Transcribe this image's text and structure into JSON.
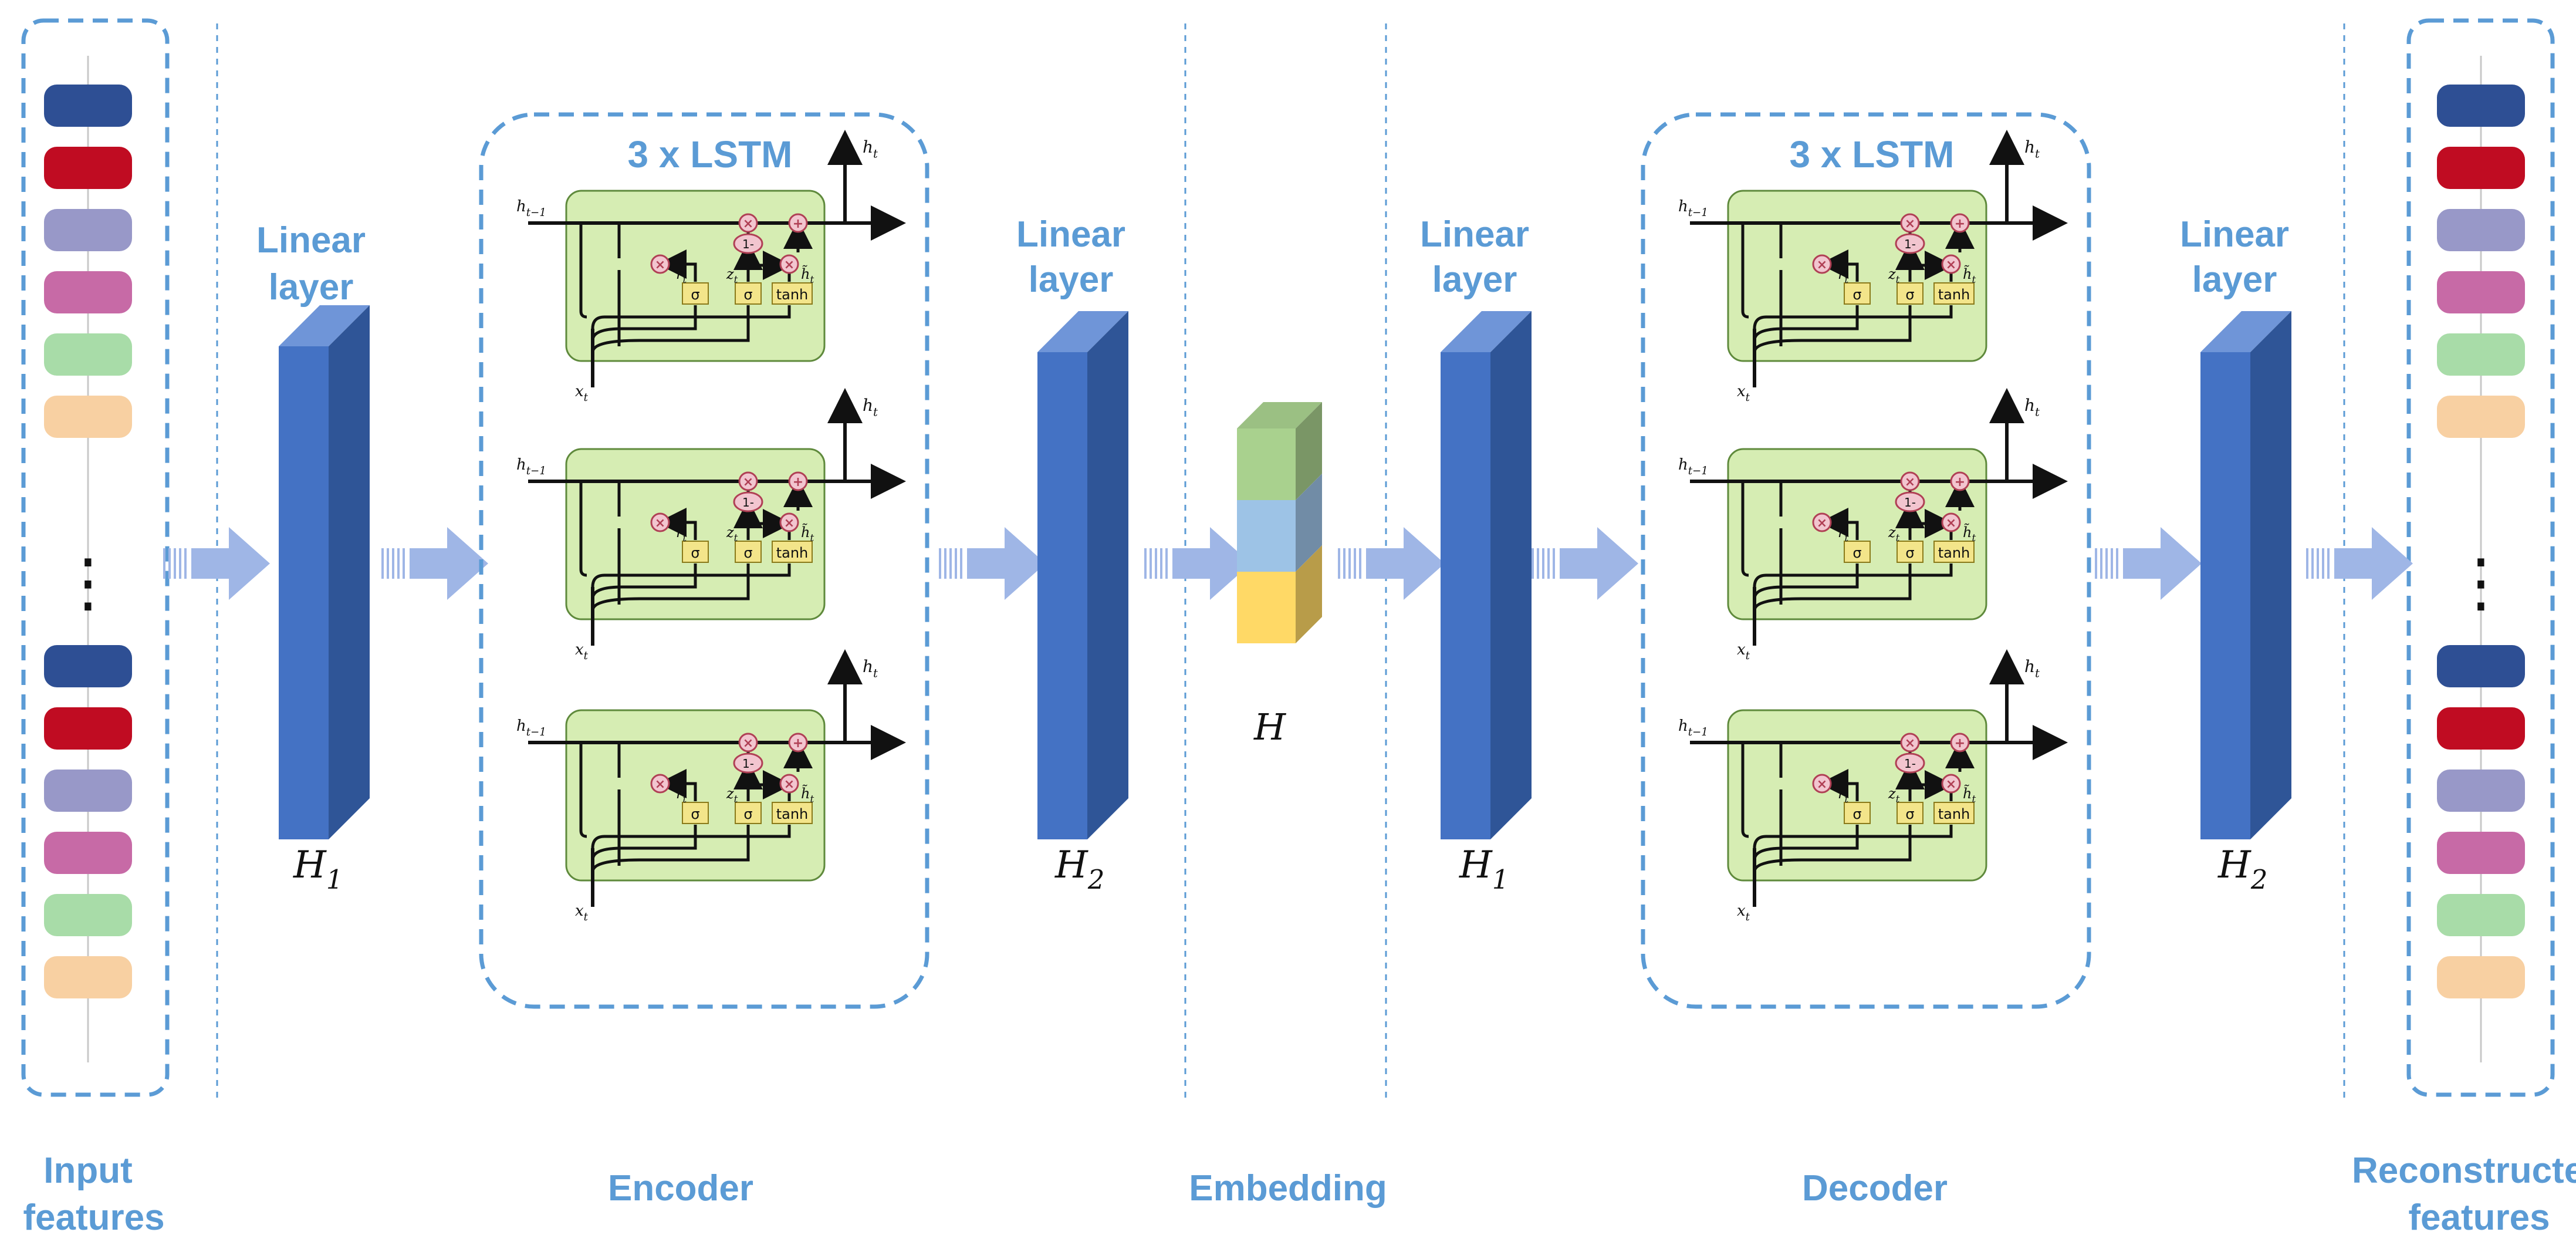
{
  "colors": {
    "dash": "#5b9bd5",
    "label": "#5b9bd5",
    "arrow": "#9fb6e6",
    "prism_front": "#4472c4",
    "prism_side": "#2f5597",
    "prism_top": "#6f95d8",
    "cell_fill": "#d6edb3",
    "cell_stroke": "#5f8a3c",
    "gate_fill": "#f3e58a",
    "op_fill": "#f2c5cf",
    "op_stroke": "#b04055"
  },
  "feature_colors": [
    "#2e4f94",
    "#c00c22",
    "#9898c8",
    "#c76aa6",
    "#a8dca8",
    "#f8d0a2"
  ],
  "embedding_colors": [
    "#a9d18e",
    "#9dc3e6",
    "#ffd966"
  ],
  "sections": {
    "input": [
      "Input",
      "features"
    ],
    "encoder": "Encoder",
    "embedding": "Embedding",
    "decoder": "Decoder",
    "output": [
      "Reconstructed",
      "features"
    ]
  },
  "linear": {
    "line1": "Linear",
    "line2": "layer",
    "h1_main": "H",
    "h1_sub": "1",
    "h2_main": "H",
    "h2_sub": "2"
  },
  "lstm_title": "3 x LSTM",
  "embedding_symbol": "H",
  "cell": {
    "h_prev": "h",
    "h_prev_sub": "t−1",
    "h_t": "h",
    "h_t_sub": "t",
    "x_t": "x",
    "x_t_sub": "t",
    "r_t": "r",
    "r_t_sub": "t",
    "z_t": "z",
    "z_t_sub": "t",
    "h_tilde": "h̃",
    "h_tilde_sub": "t",
    "sigma": "σ",
    "tanh": "tanh",
    "times": "×",
    "plus": "+",
    "one_minus": "1-"
  },
  "ellipsis": "⋮"
}
